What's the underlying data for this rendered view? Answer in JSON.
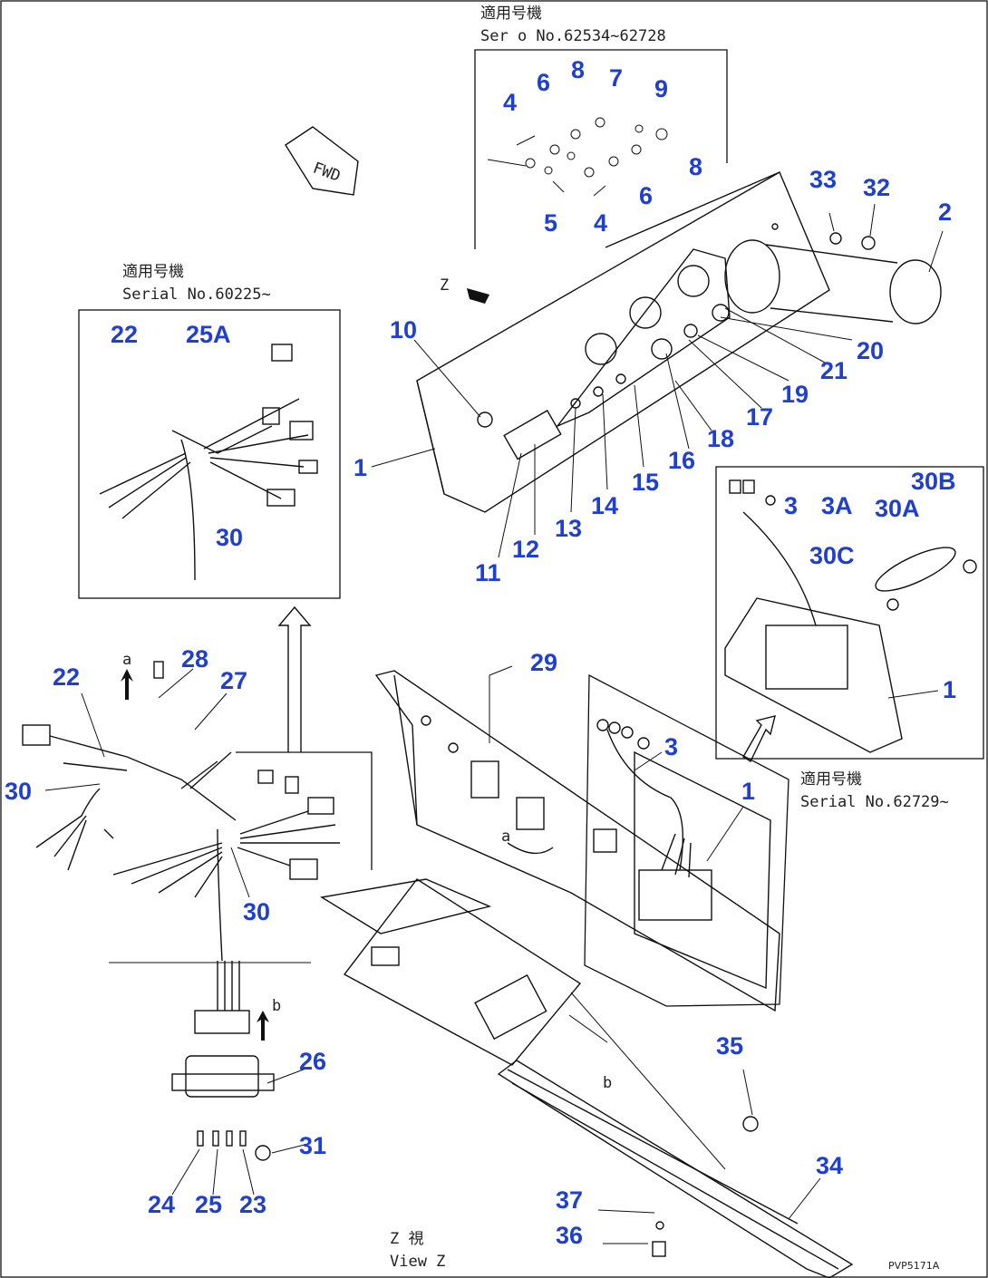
{
  "header_inset_top": {
    "label_jp": "適用号機",
    "serial_label": "Ser o  No.62534~62728"
  },
  "inset_left": {
    "label_jp": "適用号機",
    "serial_label": "Serial No.60225~"
  },
  "inset_right": {
    "label_jp": "適用号機",
    "serial_label": "Serial No.62729~"
  },
  "fwd_label": "FWD",
  "view_label_jp": "Z  視",
  "view_label": "View Z",
  "z_marker": "Z",
  "markers": {
    "a1": "a",
    "a2": "a",
    "b1": "b",
    "b2": "b"
  },
  "doc_code": "PVP5171A",
  "callouts": [
    "1",
    "2",
    "3",
    "3A",
    "4",
    "5",
    "6",
    "7",
    "8",
    "9",
    "10",
    "11",
    "12",
    "13",
    "14",
    "15",
    "16",
    "17",
    "18",
    "19",
    "20",
    "21",
    "22",
    "23",
    "24",
    "25",
    "25A",
    "26",
    "27",
    "28",
    "29",
    "30",
    "30A",
    "30B",
    "30C",
    "31",
    "32",
    "33",
    "34",
    "35",
    "36",
    "37"
  ],
  "colors": {
    "callout": "#1f3fd0",
    "line": "#111111",
    "background": "#ffffff"
  }
}
